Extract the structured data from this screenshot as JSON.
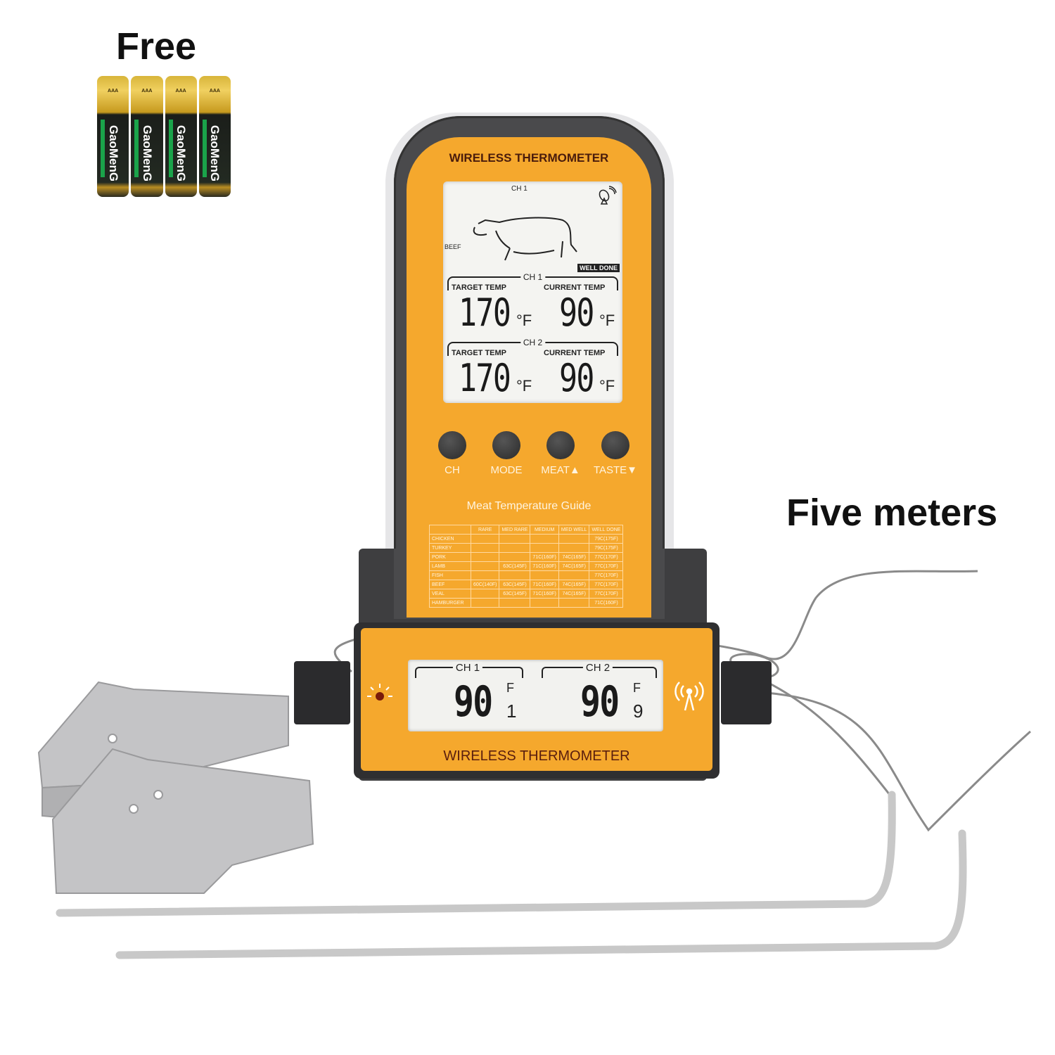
{
  "promo": {
    "free_label": "Free",
    "cable_length_label": "Five meters"
  },
  "batteries": {
    "count": 4,
    "brand": "GaoMenG",
    "size": "AAA"
  },
  "display_unit": {
    "title": "WIRELESS THERMOMETER",
    "lcd": {
      "channel": "CH  1",
      "meat": "BEEF",
      "doneness": "WELL DONE",
      "channels": [
        {
          "label": "CH 1",
          "target_label": "TARGET TEMP",
          "target": "170",
          "current_label": "CURRENT TEMP",
          "current": "90",
          "unit": "°F"
        },
        {
          "label": "CH 2",
          "target_label": "TARGET TEMP",
          "target": "170",
          "current_label": "CURRENT TEMP",
          "current": "90",
          "unit": "°F"
        }
      ]
    },
    "buttons": [
      {
        "label": "CH"
      },
      {
        "label": "MODE"
      },
      {
        "label": "MEAT▲"
      },
      {
        "label": "TASTE▼"
      }
    ],
    "guide": {
      "title": "Meat Temperature Guide",
      "columns": [
        "",
        "RARE",
        "MED RARE",
        "MEDIUM",
        "MED WELL",
        "WELL DONE"
      ],
      "rows": [
        [
          "CHICKEN",
          "",
          "",
          "",
          "",
          "79C(175F)"
        ],
        [
          "TURKEY",
          "",
          "",
          "",
          "",
          "79C(175F)"
        ],
        [
          "PORK",
          "",
          "",
          "71C(160F)",
          "74C(165F)",
          "77C(170F)"
        ],
        [
          "LAMB",
          "",
          "63C(145F)",
          "71C(160F)",
          "74C(165F)",
          "77C(170F)"
        ],
        [
          "FISH",
          "",
          "",
          "",
          "",
          "77C(170F)"
        ],
        [
          "BEEF",
          "60C(140F)",
          "63C(145F)",
          "71C(160F)",
          "74C(165F)",
          "77C(170F)"
        ],
        [
          "VEAL",
          "",
          "63C(145F)",
          "71C(160F)",
          "74C(165F)",
          "77C(170F)"
        ],
        [
          "HAMBURGER",
          "",
          "",
          "",
          "",
          "71C(160F)"
        ]
      ]
    }
  },
  "transmitter": {
    "title": "WIRELESS THERMOMETER",
    "channels": [
      {
        "label": "CH 1",
        "temp": "90",
        "decimal": "1",
        "unit": "F"
      },
      {
        "label": "CH 2",
        "temp": "90",
        "decimal": "9",
        "unit": "F"
      }
    ],
    "colors": {
      "orange": "#f5a82d",
      "body": "#3e3e40"
    }
  }
}
